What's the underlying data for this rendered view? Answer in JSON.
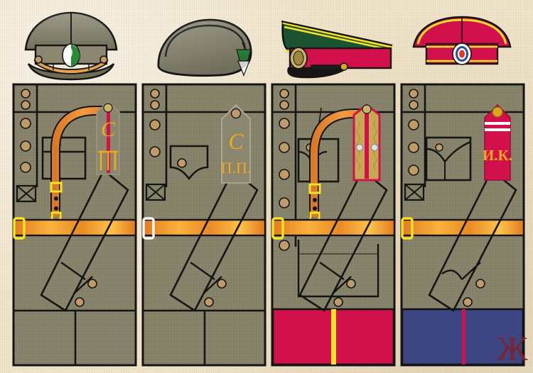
{
  "plate": {
    "title": "Russian Imperial military uniform plate",
    "background_color": "#f2e6cd",
    "tunic_color": "#87836a",
    "outline_color": "#141414",
    "button_color": "#c19a6b",
    "strap_color": "#e8883a",
    "belt_color": "#f0902f",
    "gold_color": "#f0a81e",
    "crimson_color": "#d2104c",
    "navy_color": "#3d4682",
    "dark_green_color": "#1d5233",
    "yellow_color": "#f7e225",
    "white_color": "#ffffff"
  },
  "caps": [
    {
      "id": "cap-1",
      "name": "peaked-cap-khaki",
      "label": "Khaki peaked service cap",
      "crown_color": "#8a8670",
      "band_color": "#8a8670",
      "chinstrap_color": "#e8a04a",
      "visor_color": "#7c7a62",
      "cockade_colors": [
        "#ffffff",
        "#2a8a38",
        "#ffffff"
      ]
    },
    {
      "id": "cap-2",
      "name": "side-cap-khaki",
      "label": "Khaki side cap (pilotka)",
      "body_color": "#8a8670",
      "cockade_colors": [
        "#2a8a38",
        "#ffffff"
      ]
    },
    {
      "id": "cap-3",
      "name": "peaked-cap-dress-green-crimson",
      "label": "Dress peaked cap, green crown, crimson band",
      "crown_color": "#1d5233",
      "band_color": "#d2104c",
      "piping_color": "#f7e225",
      "visor_color": "#161616",
      "badge_color": "#cbb36a"
    },
    {
      "id": "cap-4",
      "name": "peaked-cap-crimson",
      "label": "Crimson peaked cap with yellow piping",
      "crown_color": "#d2104c",
      "band_color": "#d2104c",
      "piping_color": "#f7e225",
      "cockade_colors": [
        "#ffffff",
        "#2f4d9e",
        "#e03a20"
      ]
    }
  ],
  "panels": [
    {
      "id": "panel-1",
      "name": "figure-nco-marching-order",
      "label": "NCO, khaki tunic with shoulder belt",
      "tunic_color": "#87836a",
      "trouser_color": "#87836a",
      "trouser_stripe": "none",
      "belt_buckle": "brass",
      "has_shoulder_belt": true,
      "pocket_style": "patch-pleated",
      "shoulder_board": {
        "name": "shoulder-board-cypher-sapper",
        "field_color": "#8a8670",
        "stripe_color": "#d2143f",
        "cypher": "cypher-monogram",
        "device": "crossed-axes-and-bars",
        "button_color": "#cbb36a"
      }
    },
    {
      "id": "panel-2",
      "name": "figure-soldier-service-dress",
      "label": "Soldier, khaki tunic, plain trousers",
      "tunic_color": "#87836a",
      "trouser_color": "#87836a",
      "trouser_stripe": "none",
      "belt_buckle": "white-metal",
      "has_shoulder_belt": false,
      "pocket_style": "flap-scalloped",
      "shoulder_board": {
        "name": "shoulder-board-cypher-pp",
        "field_color": "#8a8670",
        "stripe_color": "none",
        "cypher": "cypher-monogram",
        "lettering": "П.П.",
        "button_color": "#c19a6b"
      }
    },
    {
      "id": "panel-3",
      "name": "figure-officer-marching-order",
      "label": "Officer, khaki tunic, crimson breeches with yellow stripe",
      "tunic_color": "#87836a",
      "trouser_color": "#d2104c",
      "trouser_stripe": "#f7e225",
      "belt_buckle": "brass",
      "has_shoulder_belt": true,
      "pocket_style": "patch-pleated",
      "shoulder_board": {
        "name": "shoulder-board-officer-gold",
        "field_color": "#c9a855",
        "stripe_color": "#d2104c",
        "edge_color": "#d2104c",
        "stars": 2,
        "button_color": "#cbb36a"
      }
    },
    {
      "id": "panel-4",
      "name": "figure-cadet-service-dress",
      "label": "Cadet, khaki tunic, navy trousers with crimson stripe",
      "tunic_color": "#87836a",
      "trouser_color": "#3d4682",
      "trouser_stripe": "#d2104c",
      "belt_buckle": "brass",
      "has_shoulder_belt": false,
      "pocket_style": "flap-pointed",
      "shoulder_board": {
        "name": "shoulder-board-crimson-ik",
        "field_color": "#d2104c",
        "lace_color": "#ffffff",
        "lettering": "И.К.",
        "button_color": "#d9a520"
      }
    }
  ],
  "signature": {
    "name": "artist-monogram",
    "glyph": "Ж",
    "color": "#7d2230"
  }
}
